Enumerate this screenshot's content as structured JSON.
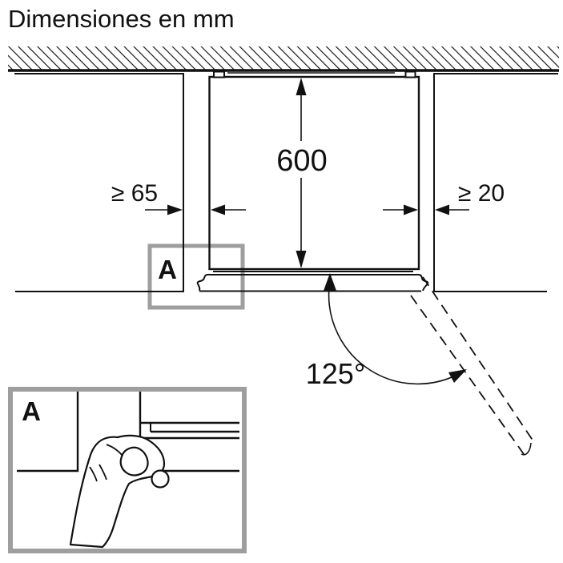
{
  "title": "Dimensiones en mm",
  "labels": {
    "depth": "600",
    "left_clearance": "≥ 65",
    "right_clearance": "≥ 20",
    "door_angle": "125°",
    "detail_callout": "A",
    "detail_inset": "A"
  },
  "colors": {
    "line": "#111111",
    "callout": "#9e9e9e",
    "background": "#ffffff"
  }
}
